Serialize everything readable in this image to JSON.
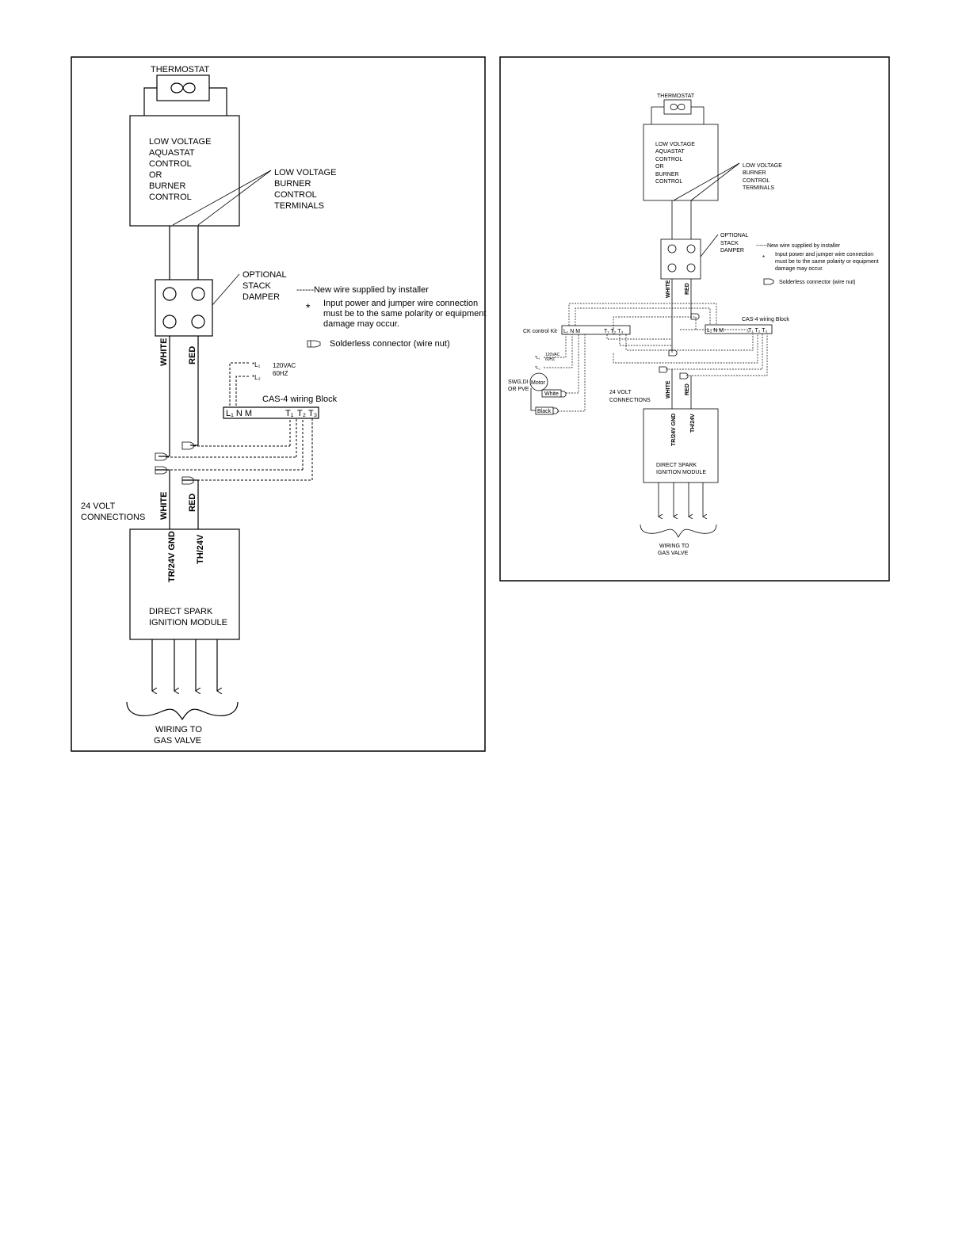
{
  "left": {
    "thermostat": "THERMOSTAT",
    "control": [
      "LOW VOLTAGE",
      "AQUASTAT",
      "CONTROL",
      "OR",
      "BURNER",
      "CONTROL"
    ],
    "terminals": [
      "LOW VOLTAGE",
      "BURNER",
      "CONTROL",
      "TERMINALS"
    ],
    "damper": [
      "OPTIONAL",
      "STACK",
      "DAMPER"
    ],
    "legend_new_wire": "------New wire supplied by installer",
    "legend_star": "*",
    "legend_polarity": [
      "Input power and jumper wire connection",
      "must be to the same polarity or equipment",
      "damage may occur."
    ],
    "legend_connector": "Solderless connector (wire nut)",
    "white": "WHITE",
    "red": "RED",
    "l1": "*L₁",
    "l2": "*L₂",
    "volts": "120VAC",
    "hz": "60HZ",
    "cas4": "CAS-4 wiring Block",
    "block_left": "L₁ N  M",
    "t1": "T₁",
    "t2": "T₂",
    "t3": "T₃",
    "conn24": [
      "24 VOLT",
      "CONNECTIONS"
    ],
    "white2": "WHITE",
    "red2": "RED",
    "gnd": "TR/24V GND",
    "th": "TH/24V",
    "module": [
      "DIRECT SPARK",
      "IGNITION MODULE"
    ],
    "valve": [
      "WIRING TO",
      "GAS VALVE"
    ]
  },
  "right": {
    "thermostat": "THERMOSTAT",
    "control": [
      "LOW VOLTAGE",
      "AQUASTAT",
      "CONTROL",
      "OR",
      "BURNER",
      "CONTROL"
    ],
    "terminals": [
      "LOW VOLTAGE",
      "BURNER",
      "CONTROL",
      "TERMINALS"
    ],
    "damper": [
      "OPTIONAL",
      "STACK",
      "DAMPER"
    ],
    "legend_new_wire": "------New wire supplied by installer",
    "legend_star": "*",
    "legend_polarity": [
      "Input power and jumper wire connection",
      "must be to the same polarity or equipment",
      "damage may occur."
    ],
    "legend_connector": "Solderless connector (wire nut)",
    "white": "WHITE",
    "red": "RED",
    "ck_kit": "CK control Kit",
    "ck_left": "L₁ N  M",
    "ck_right": "T₁ T₂ T₃",
    "cas4": "CAS-4 wiring Block",
    "cas_left": "L₁ N  M",
    "cas_right": "T₁ T₂ T₃",
    "l1": "*L₁",
    "volts": "120VAC",
    "hz": "60HZ",
    "l2": "*L₂",
    "swg": [
      "SWG,DI",
      "OR PVE"
    ],
    "motor": "Motor",
    "white_motor": "White",
    "black_motor": "Black",
    "conn24": [
      "24 VOLT",
      "CONNECTIONS"
    ],
    "white2": "WHITE",
    "red2": "RED",
    "gnd": "TR/24V GND",
    "th": "TH/24V",
    "module": [
      "DIRECT SPARK",
      "IGNITION MODULE"
    ],
    "valve": [
      "WIRING TO",
      "GAS VALVE"
    ]
  }
}
